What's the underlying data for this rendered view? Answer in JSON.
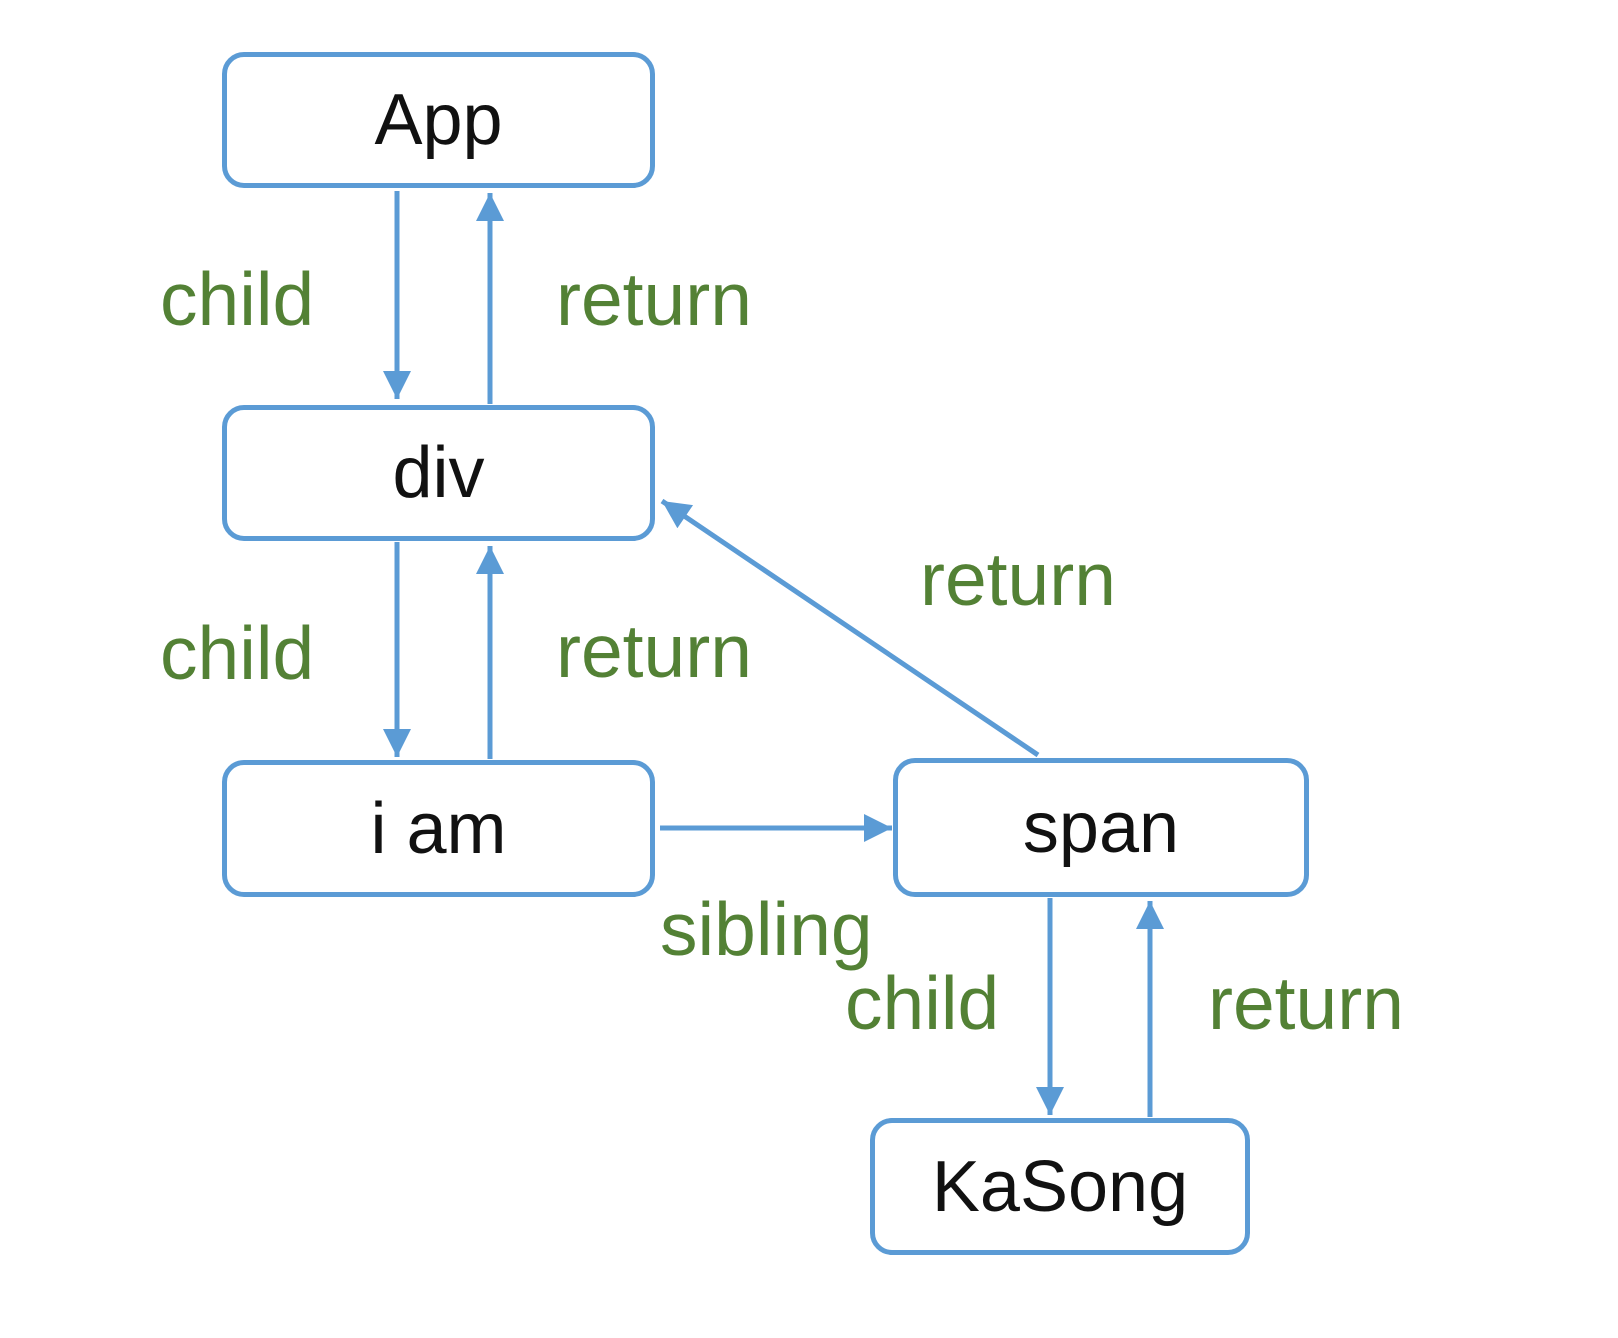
{
  "diagram": {
    "type": "flow-diagram",
    "description": "Fiber tree traversal diagram with nodes connected by child, sibling and return pointers",
    "nodes": [
      {
        "id": "app",
        "label": "App"
      },
      {
        "id": "div",
        "label": "div"
      },
      {
        "id": "iam",
        "label": "i am"
      },
      {
        "id": "span",
        "label": "span"
      },
      {
        "id": "kasong",
        "label": "KaSong"
      }
    ],
    "edges": [
      {
        "from": "App",
        "to": "div",
        "label": "child"
      },
      {
        "from": "div",
        "to": "App",
        "label": "return"
      },
      {
        "from": "div",
        "to": "i am",
        "label": "child"
      },
      {
        "from": "i am",
        "to": "div",
        "label": "return"
      },
      {
        "from": "i am",
        "to": "span",
        "label": "sibling"
      },
      {
        "from": "span",
        "to": "div",
        "label": "return"
      },
      {
        "from": "span",
        "to": "KaSong",
        "label": "child"
      },
      {
        "from": "KaSong",
        "to": "span",
        "label": "return"
      }
    ],
    "colors": {
      "node_border": "#5b9bd5",
      "arrow": "#5b9bd5",
      "edge_label": "#538135",
      "node_text": "#111111",
      "background": "#ffffff"
    }
  }
}
